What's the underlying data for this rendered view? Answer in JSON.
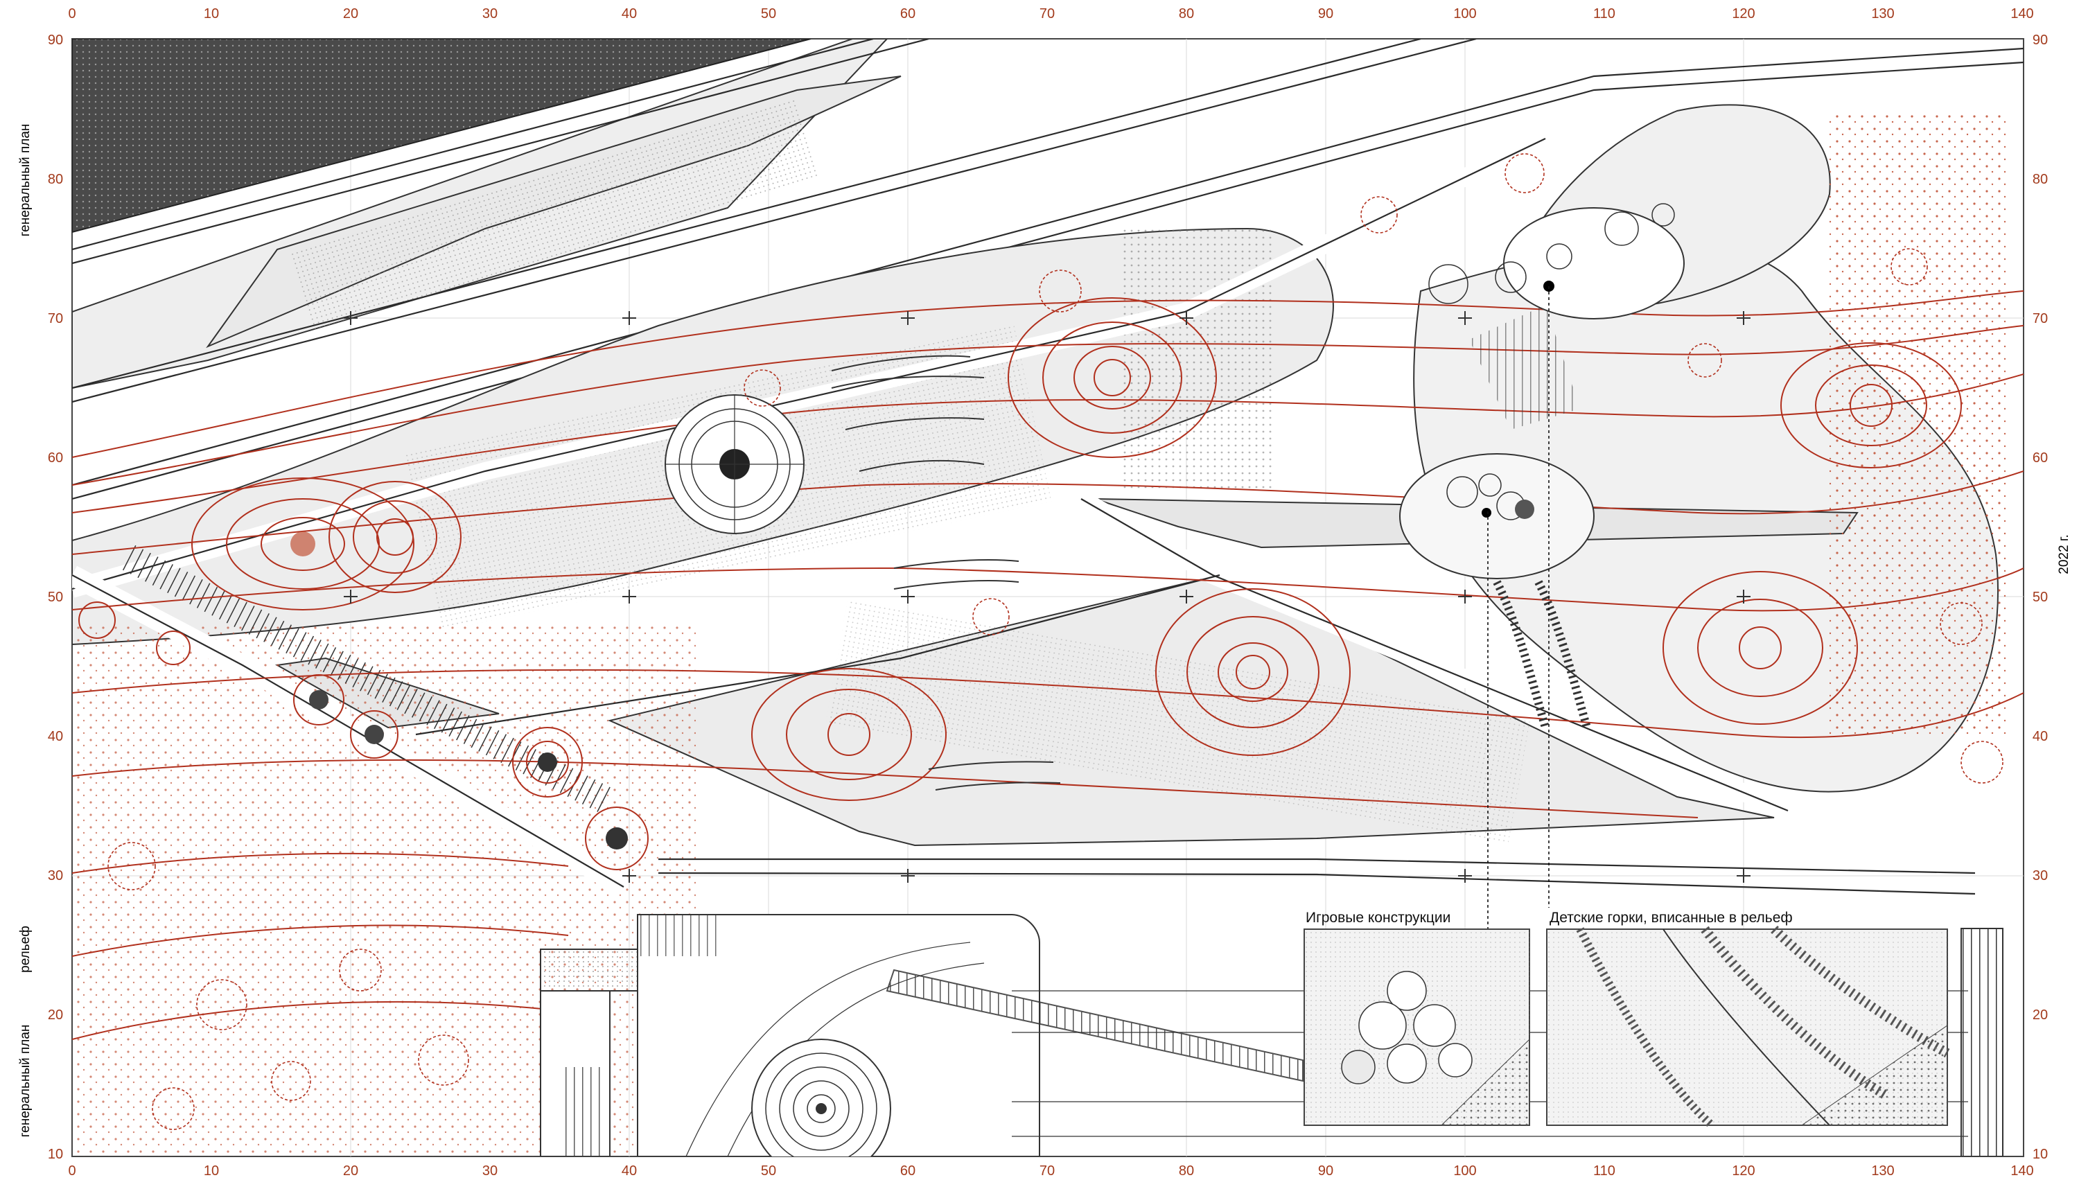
{
  "axis": {
    "x_ticks": [
      "0",
      "10",
      "20",
      "30",
      "40",
      "50",
      "60",
      "70",
      "80",
      "90",
      "100",
      "110",
      "120",
      "130",
      "140"
    ],
    "y_ticks": [
      "90",
      "80",
      "70",
      "60",
      "50",
      "40",
      "30",
      "20",
      "10"
    ]
  },
  "side_labels": {
    "left_top": "генеральный план",
    "left_bottom_1": "рельеф",
    "left_bottom_2": "генеральный план",
    "right": "2022 г."
  },
  "insets": {
    "play_structures": "Игровые конструкции",
    "slides": "Детские горки, вписанные в рельеф"
  },
  "colors": {
    "accent": "#b1301d",
    "ink": "#2b2b2b",
    "surface": "#efefef",
    "dark_block": "#555555"
  }
}
